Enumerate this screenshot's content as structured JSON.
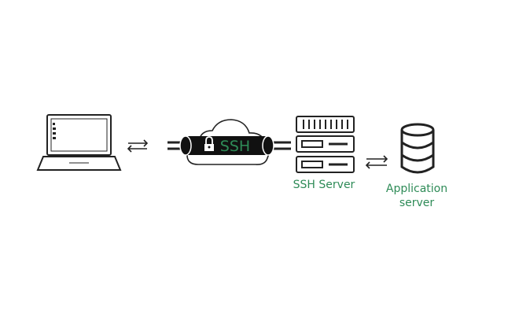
{
  "diagram": {
    "tunnel_text": "SSH",
    "ssh_server_label": "SSH Server",
    "app_server_label_line1": "Application",
    "app_server_label_line2": "server"
  },
  "colors": {
    "accent": "#2e8b57",
    "stroke": "#222222",
    "tunnel_bg": "#111111"
  },
  "icons": [
    "laptop-icon",
    "arrow-exchange-icon",
    "cloud-icon",
    "lock-icon",
    "server-rack-icon",
    "database-icon"
  ]
}
